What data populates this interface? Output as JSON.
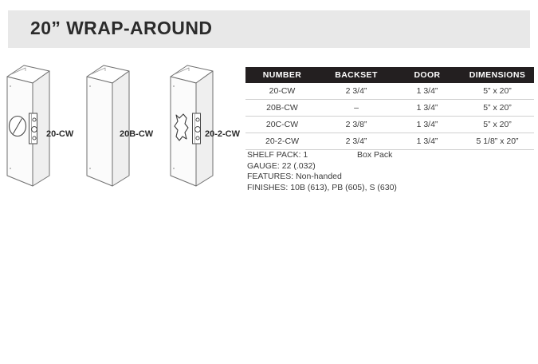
{
  "header": {
    "title": "20” WRAP-AROUND",
    "band_color": "#e8e8e8",
    "title_color": "#2b2b2b"
  },
  "illustrations": {
    "items": [
      {
        "label": "20-CW",
        "icon": "wrap-around-plate-cylinder-icon",
        "cutout": "cylinder"
      },
      {
        "label": "20B-CW",
        "icon": "wrap-around-plate-blank-icon",
        "cutout": "none"
      },
      {
        "label": "20-2-CW",
        "icon": "wrap-around-plate-lever-icon",
        "cutout": "lever"
      }
    ]
  },
  "table": {
    "header_bg": "#231f20",
    "header_fg": "#ffffff",
    "columns": [
      "NUMBER",
      "BACKSET",
      "DOOR",
      "DIMENSIONS"
    ],
    "rows": [
      [
        "20-CW",
        "2 3/4”",
        "1 3/4”",
        "5” x 20”"
      ],
      [
        "20B-CW",
        "–",
        "1 3/4”",
        "5” x 20”"
      ],
      [
        "20C-CW",
        "2 3/8”",
        "1 3/4”",
        "5” x 20”"
      ],
      [
        "20-2-CW",
        "2 3/4”",
        "1 3/4”",
        "5 1/8” x 20”"
      ]
    ]
  },
  "specs": {
    "shelf_pack": "SHELF PACK: 1",
    "box_pack": "Box Pack",
    "gauge": "GAUGE: 22 (.032)",
    "features": "FEATURES: Non-handed",
    "finishes": "FINISHES: 10B (613), PB (605), S (630)"
  }
}
